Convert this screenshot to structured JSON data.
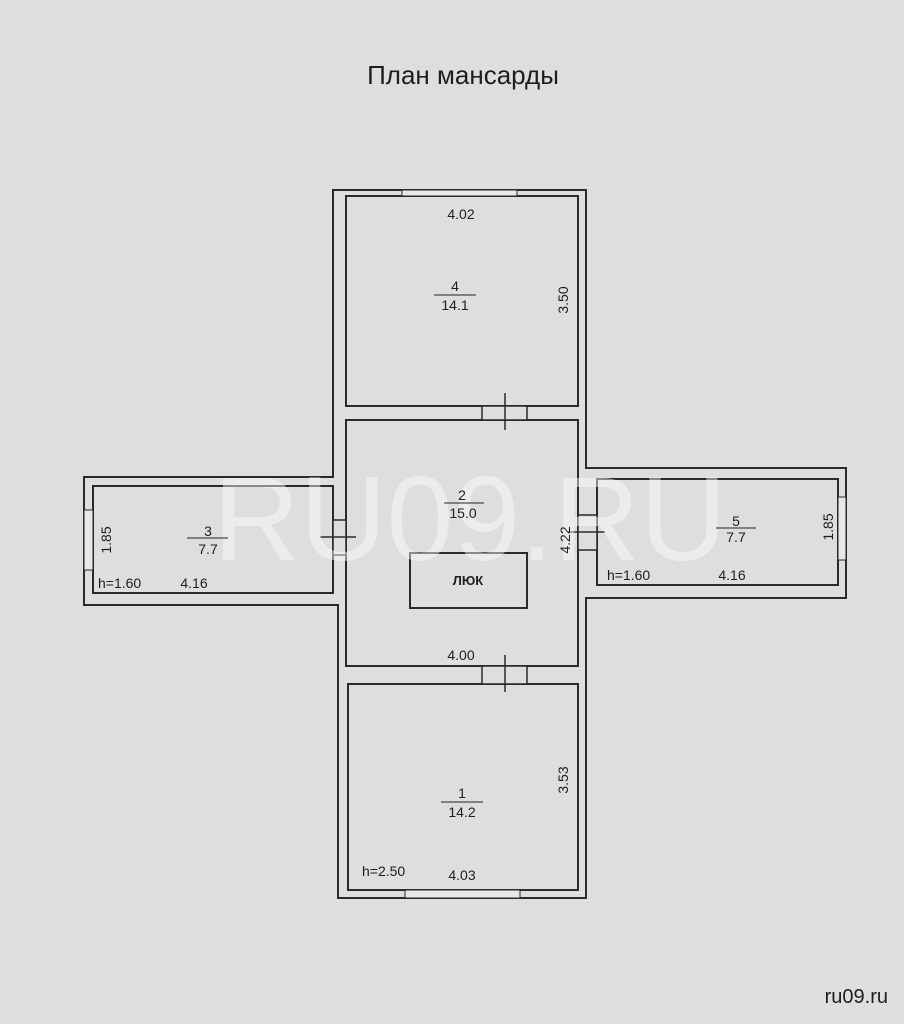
{
  "title": "План мансарды",
  "watermark": "RU09.RU",
  "footer": "ru09.ru",
  "hatch_label": "ЛЮК",
  "rooms": [
    {
      "number": "1",
      "area": "14.2",
      "width": "4.03",
      "length": "3.53",
      "height": "h=2.50"
    },
    {
      "number": "2",
      "area": "15.0",
      "width": "4.00",
      "length": "4.22"
    },
    {
      "number": "3",
      "area": "7.7",
      "width": "4.16",
      "length": "1.85",
      "height": "h=1.60"
    },
    {
      "number": "4",
      "area": "14.1",
      "width": "4.02",
      "length": "3.50"
    },
    {
      "number": "5",
      "area": "7.7",
      "width": "4.16",
      "length": "1.85",
      "height": "h=1.60"
    }
  ]
}
